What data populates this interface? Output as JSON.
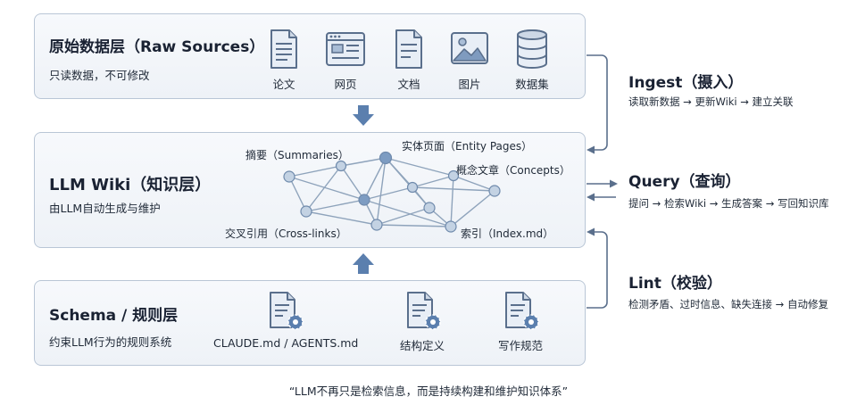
{
  "raw_layer": {
    "title": "原始数据层（Raw Sources）",
    "subtitle": "只读数据，不可修改",
    "items": [
      {
        "label": "论文",
        "icon": "paper-document-icon"
      },
      {
        "label": "网页",
        "icon": "webpage-icon"
      },
      {
        "label": "文档",
        "icon": "document-icon"
      },
      {
        "label": "图片",
        "icon": "image-icon"
      },
      {
        "label": "数据集",
        "icon": "database-icon"
      }
    ]
  },
  "wiki_layer": {
    "title": "LLM Wiki（知识层）",
    "subtitle": "由LLM自动生成与维护",
    "labels": {
      "summaries": "摘要（Summaries）",
      "entity_pages": "实体页面（Entity Pages）",
      "concepts": "概念文章（Concepts）",
      "cross_links": "交叉引用（Cross-links）",
      "index": "索引（Index.md）"
    }
  },
  "schema_layer": {
    "title": "Schema / 规则层",
    "subtitle": "约束LLM行为的规则系统",
    "items": [
      {
        "label": "CLAUDE.md / AGENTS.md",
        "icon": "config-document-icon"
      },
      {
        "label": "结构定义",
        "icon": "config-document-icon"
      },
      {
        "label": "写作规范",
        "icon": "config-document-icon"
      }
    ]
  },
  "operations": {
    "ingest": {
      "title": "Ingest（摄入）",
      "desc": "读取新数据 → 更新Wiki → 建立关联"
    },
    "query": {
      "title": "Query（查询）",
      "desc": "提问 → 检索Wiki → 生成答案 → 写回知识库"
    },
    "lint": {
      "title": "Lint（校验）",
      "desc": "检测矛盾、过时信息、缺失连接 → 自动修复"
    }
  },
  "quote": "“LLM不再只是检索信息，而是持续构建和维护知识体系”",
  "colors": {
    "border": "#b9c6d6",
    "arrow": "#5b7fae",
    "node": "#b7c8dc",
    "node_dark": "#7d9cc2",
    "edge": "#8ea3bb"
  }
}
